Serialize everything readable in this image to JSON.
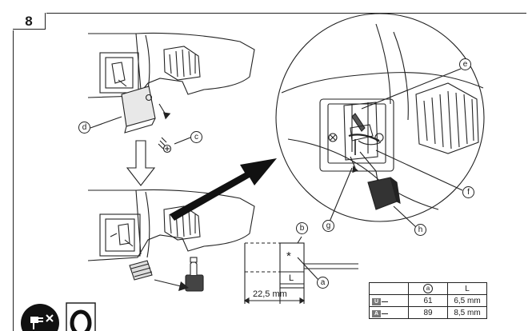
{
  "figure": {
    "number": "8"
  },
  "callouts": {
    "b": "b",
    "c": "c",
    "d": "d",
    "e": "e",
    "f": "f",
    "g": "g",
    "h": "h",
    "a": "a"
  },
  "dimensions": {
    "length_label": "L",
    "overall": "22,5 mm",
    "asterisk": "*"
  },
  "spec_table": {
    "header_a": "a",
    "header_L": "L",
    "rows": [
      {
        "badge": "U",
        "a": "61",
        "L": "6,5 mm"
      },
      {
        "badge": "A",
        "a": "89",
        "L": "8,5 mm"
      }
    ]
  },
  "icons": {
    "unplug": "unplug-icon",
    "manual": "manual-icon"
  },
  "colors": {
    "ink": "#1a1a1a",
    "badge_gray": "#777777"
  }
}
